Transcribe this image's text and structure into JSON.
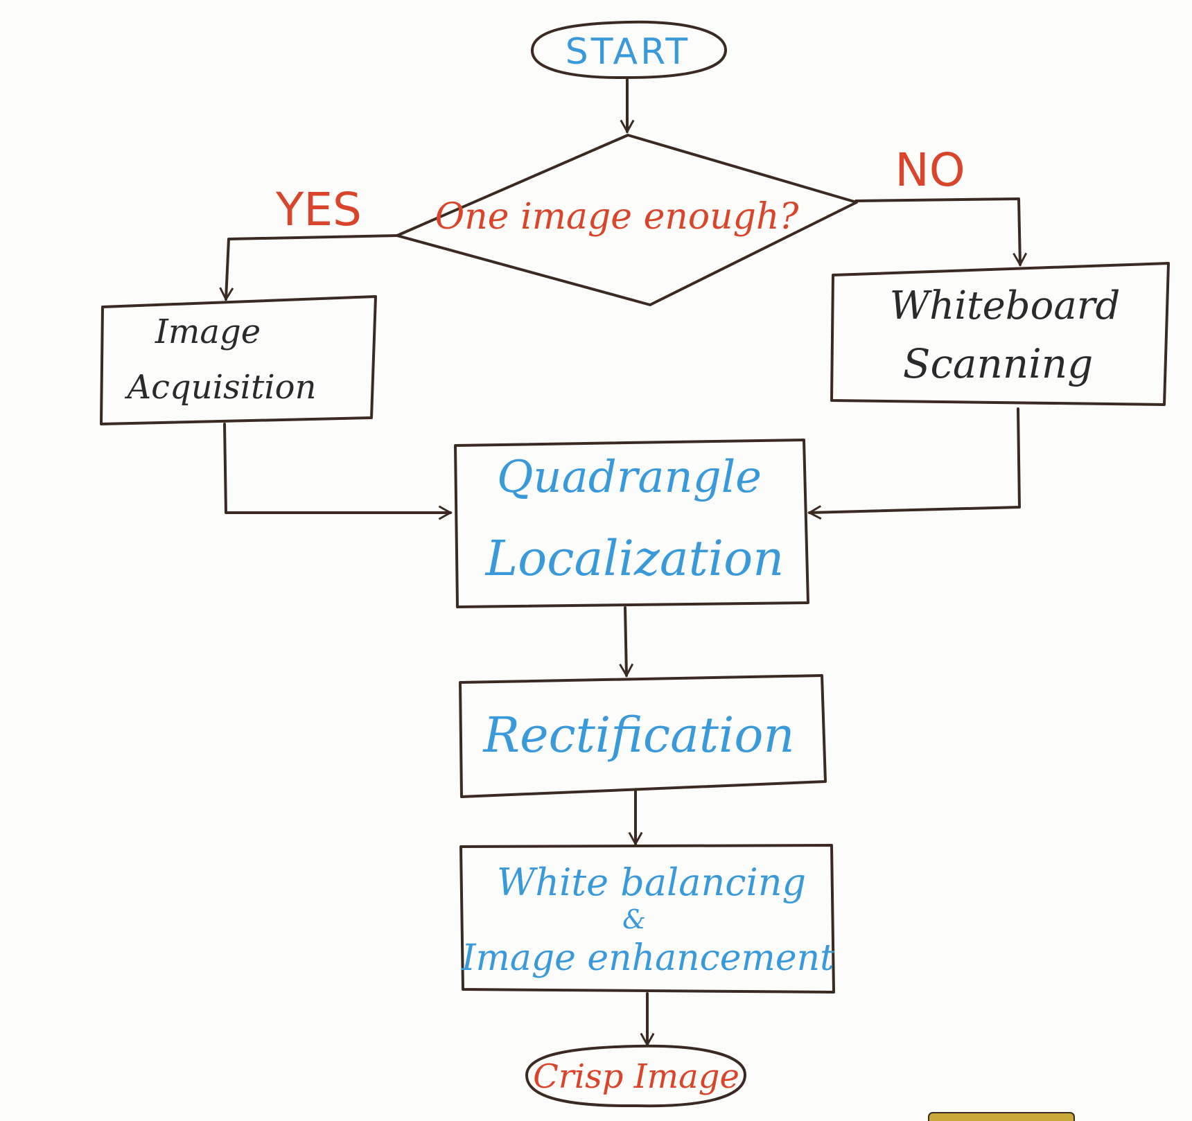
{
  "nodes": {
    "start": "START",
    "decision": "One image enough?",
    "acquisition_line1": "Image",
    "acquisition_line2": "Acquisition",
    "scanning_line1": "Whiteboard",
    "scanning_line2": "Scanning",
    "quadrangle_line1": "Quadrangle",
    "quadrangle_line2": "Localization",
    "rectification": "Rectification",
    "balancing_line1": "White balancing",
    "balancing_line2": "&",
    "balancing_line3": "Image enhancement",
    "end": "Crisp Image"
  },
  "edges": {
    "yes_label": "YES",
    "no_label": "NO"
  },
  "colors": {
    "ink": "#3a2a22",
    "blue": "#3a9ad9",
    "red": "#d9452b",
    "dark": "#2a2a2a"
  }
}
